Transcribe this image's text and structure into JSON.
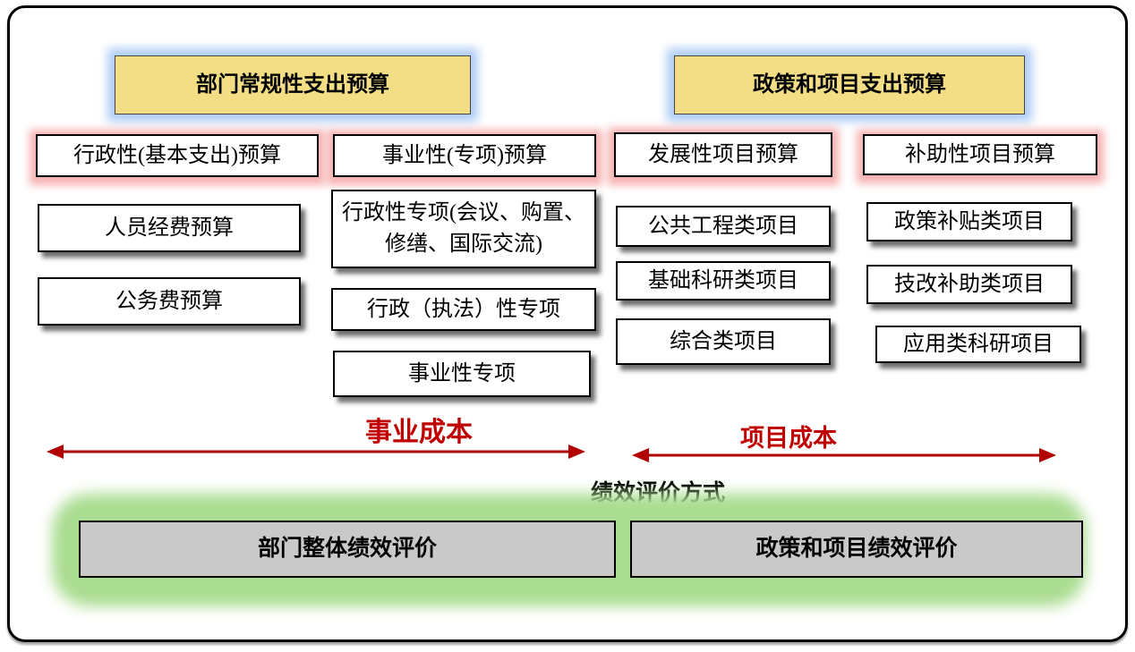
{
  "diagram": {
    "header_left": "部门常规性支出预算",
    "header_right": "政策和项目支出预算",
    "level2": [
      "行政性(基本支出)预算",
      "事业性(专项)预算",
      "发展性项目预算",
      "补助性项目预算"
    ],
    "col1": [
      "人员经费预算",
      "公务费预算"
    ],
    "col2": [
      "行政性专项(会议、购置、修缮、国际交流)",
      "行政（执法）性专项",
      "事业性专项"
    ],
    "col3": [
      "公共工程类项目",
      "基础科研类项目",
      "综合类项目"
    ],
    "col4": [
      "政策补贴类项目",
      "技改补助类项目",
      "应用类科研项目"
    ],
    "cost_label_left": "事业成本",
    "cost_label_right": "项目成本",
    "evaluation_title": "绩效评价方式",
    "evaluation_left": "部门整体绩效评价",
    "evaluation_right": "政策和项目绩效评价",
    "colors": {
      "header_fill": "#f3dd85",
      "blue_glow": "#aecdf7",
      "red_glow": "#f7b0b0",
      "green_glow": "#abdd92",
      "gray_fill": "#c9c9c9",
      "arrow_red": "#b20000"
    }
  }
}
